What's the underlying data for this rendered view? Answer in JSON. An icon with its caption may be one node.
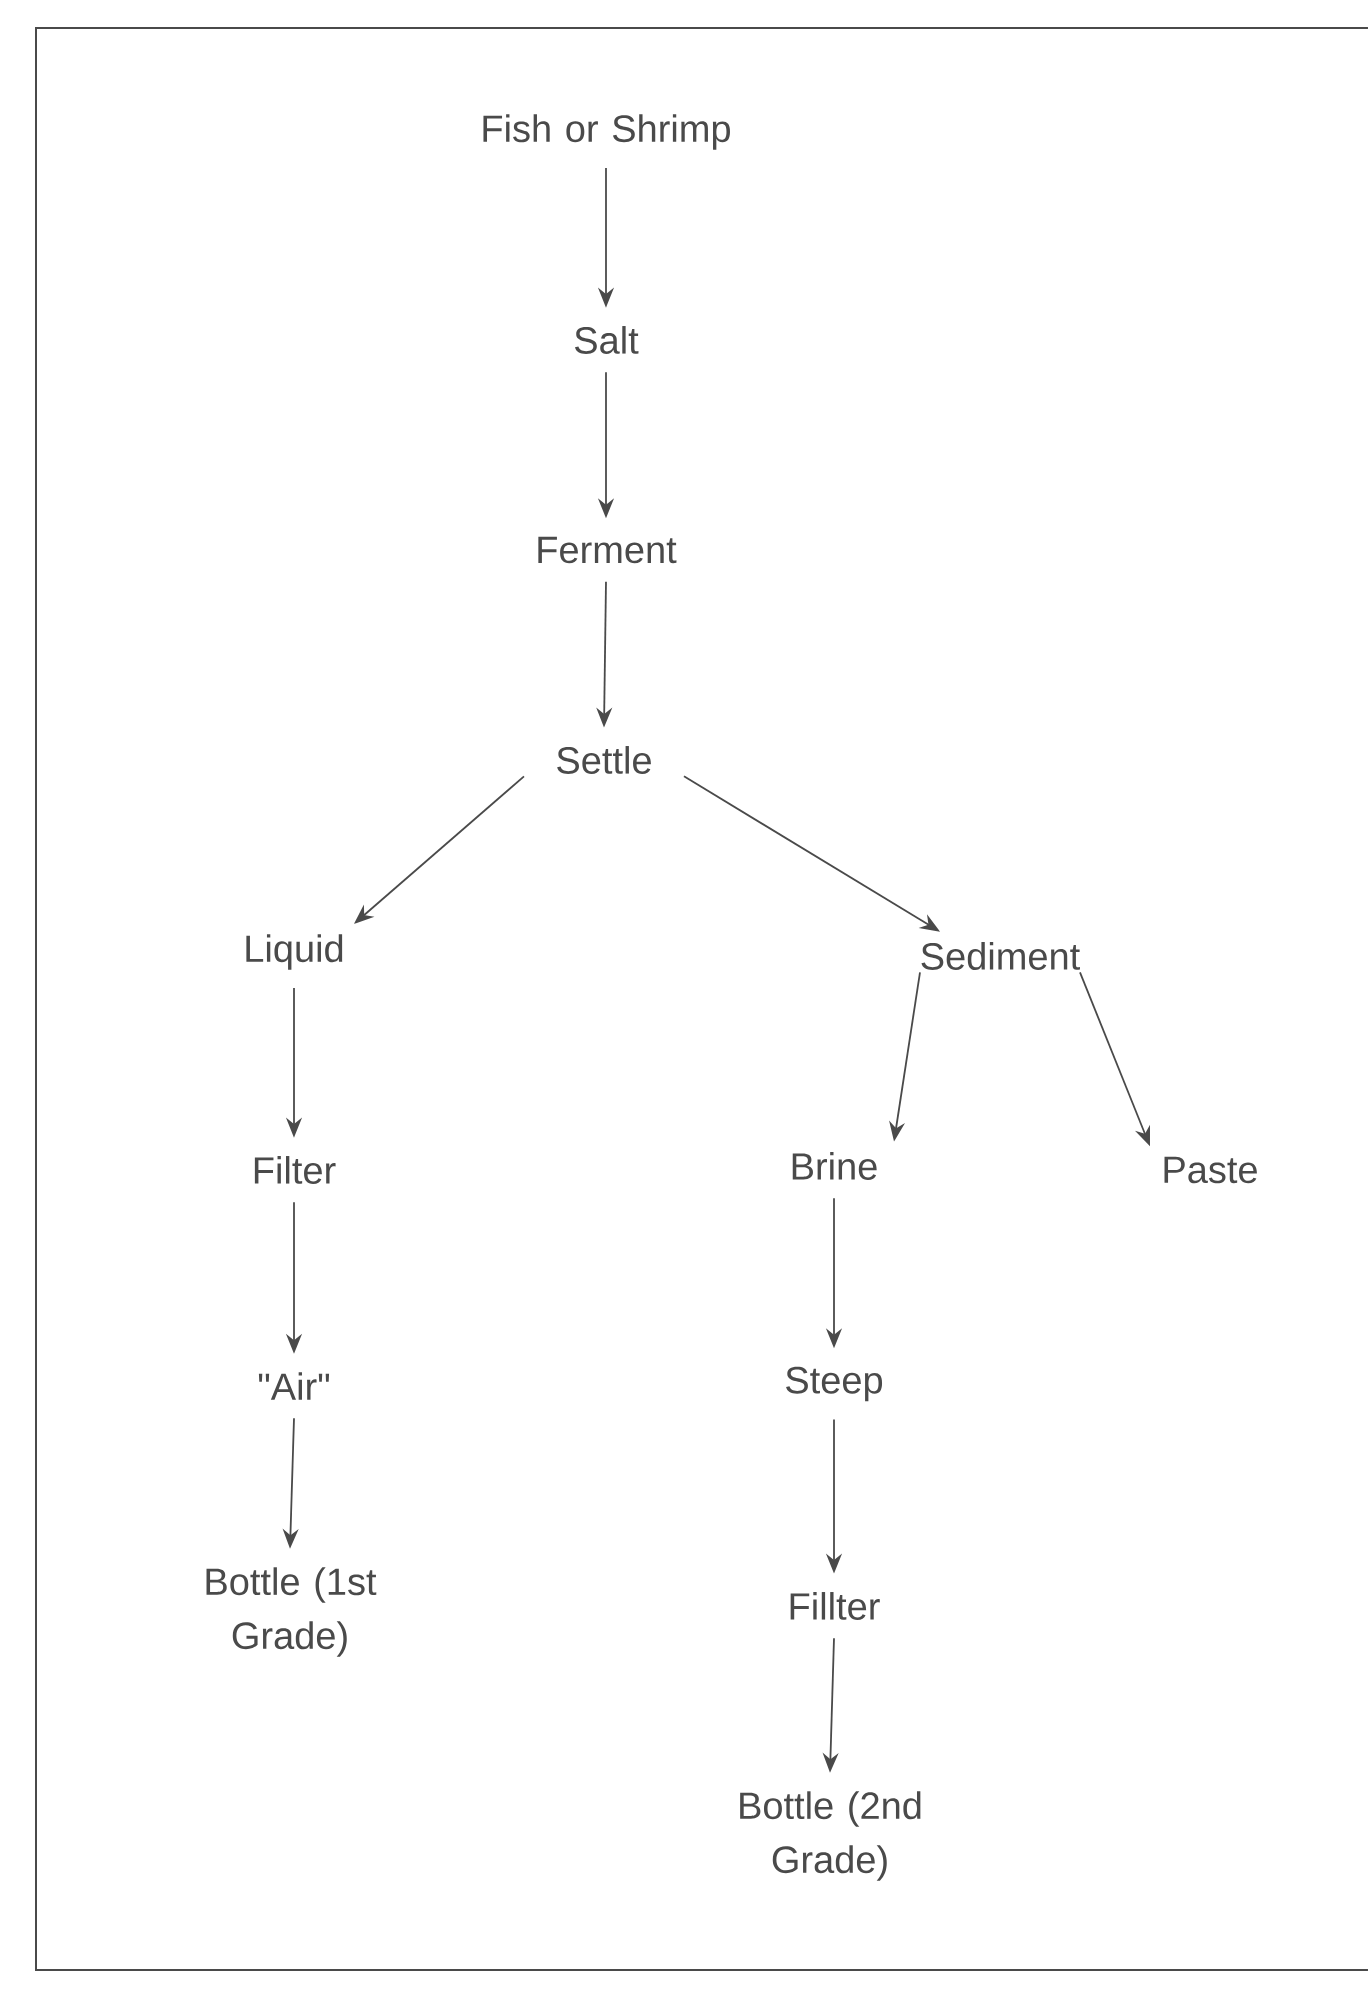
{
  "diagram": {
    "nodes": [
      {
        "text": [
          "Fish or Shrimp"
        ]
      },
      {
        "text": [
          "Salt"
        ]
      },
      {
        "text": [
          "Ferment"
        ]
      },
      {
        "text": [
          "Settle"
        ]
      },
      {
        "text": [
          "Liquid"
        ]
      },
      {
        "text": [
          "Sediment"
        ]
      },
      {
        "text": [
          "Filter"
        ]
      },
      {
        "text": [
          "Brine"
        ]
      },
      {
        "text": [
          "Paste"
        ]
      },
      {
        "text": [
          "\"Air\""
        ]
      },
      {
        "text": [
          "Steep"
        ]
      },
      {
        "text": [
          "Bottle (1st Grade)"
        ]
      },
      {
        "text": [
          "Fillter"
        ]
      },
      {
        "text": [
          "Bottle (2nd Grade)"
        ]
      }
    ],
    "edges": [
      {
        "from": 0,
        "to": 1,
        "arrow": "to"
      },
      {
        "from": 1,
        "to": 2,
        "arrow": "to"
      },
      {
        "from": 2,
        "to": 3,
        "arrow": "to"
      },
      {
        "from": 3,
        "to": 4,
        "arrow": "to"
      },
      {
        "from": 3,
        "to": 5,
        "arrow": "to"
      },
      {
        "from": 4,
        "to": 6,
        "arrow": "to"
      },
      {
        "from": 6,
        "to": 9,
        "arrow": "to"
      },
      {
        "from": 9,
        "to": 11,
        "arrow": "to"
      },
      {
        "from": 5,
        "to": 7,
        "arrow": "to"
      },
      {
        "from": 5,
        "to": 8,
        "arrow": "to"
      },
      {
        "from": 7,
        "to": 10,
        "arrow": "to"
      },
      {
        "from": 10,
        "to": 12,
        "arrow": "to"
      },
      {
        "from": 12,
        "to": 13,
        "arrow": "to"
      }
    ]
  }
}
